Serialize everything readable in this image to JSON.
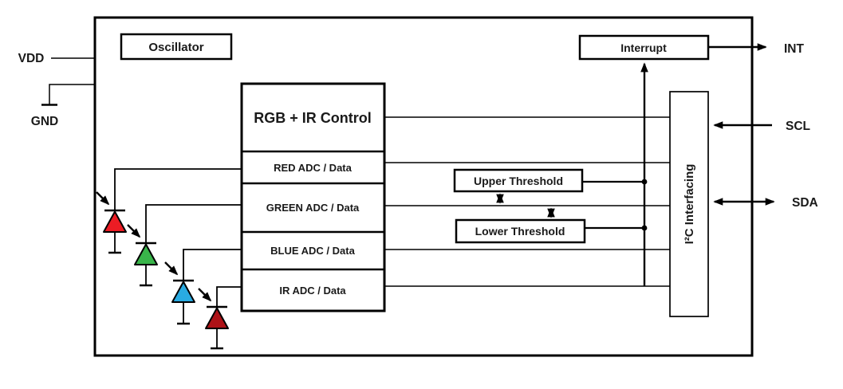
{
  "pins": {
    "vdd": "VDD",
    "gnd": "GND",
    "int": "INT",
    "scl": "SCL",
    "sda": "SDA"
  },
  "blocks": {
    "oscillator": "Oscillator",
    "control": "RGB + IR Control",
    "adc_red": "RED ADC / Data",
    "adc_green": "GREEN ADC / Data",
    "adc_blue": "BLUE ADC / Data",
    "adc_ir": "IR ADC / Data",
    "upper_threshold": "Upper Threshold",
    "lower_threshold": "Lower Threshold",
    "interrupt": "Interrupt",
    "i2c": "I²C Interfacing"
  },
  "photodiodes": [
    {
      "name": "red",
      "color": "#EC1C24"
    },
    {
      "name": "green",
      "color": "#39B54A"
    },
    {
      "name": "blue",
      "color": "#29ABE2"
    },
    {
      "name": "ir",
      "color": "#AE1217"
    }
  ],
  "colors": {
    "line": "#000000",
    "background": "#FFFFFF"
  }
}
